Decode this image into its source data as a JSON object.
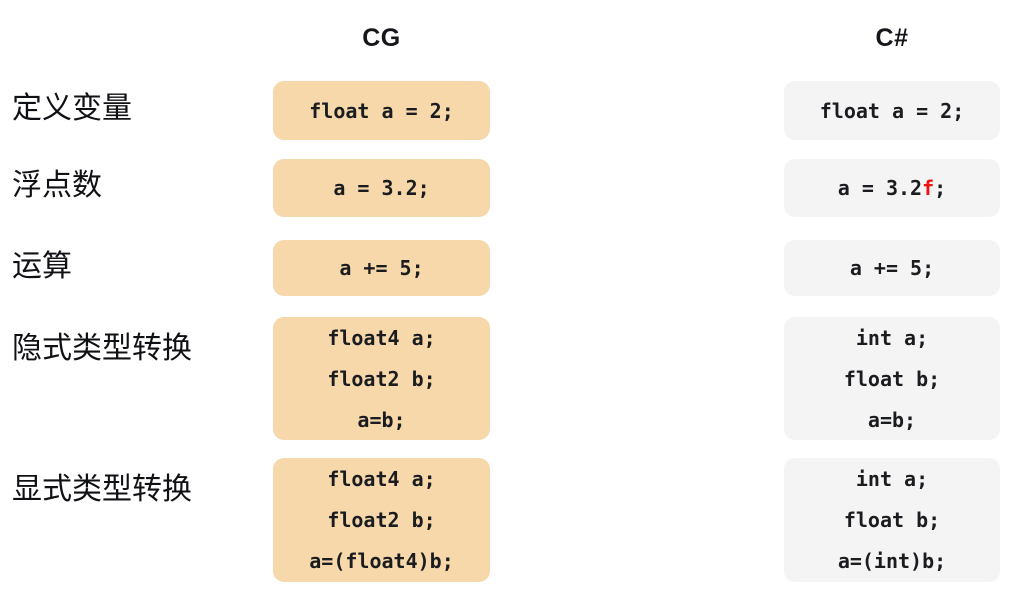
{
  "columns": [
    {
      "id": "cg",
      "label": "CG"
    },
    {
      "id": "cs",
      "label": "C#"
    }
  ],
  "rows": [
    {
      "label": "定义变量",
      "cg": {
        "lines": [
          "float a = 2;"
        ]
      },
      "cs": {
        "lines": [
          "float a = 2;"
        ]
      }
    },
    {
      "label": "浮点数",
      "cg": {
        "lines": [
          "a = 3.2;"
        ]
      },
      "cs": {
        "lines": [
          "a = 3.2f;"
        ],
        "highlight": "f",
        "highlight_color": "#f20f0f"
      }
    },
    {
      "label": "运算",
      "cg": {
        "lines": [
          "a += 5;"
        ]
      },
      "cs": {
        "lines": [
          "a += 5;"
        ]
      }
    },
    {
      "label": "隐式类型转换",
      "cg": {
        "lines": [
          "float4 a;",
          "float2 b;",
          "a=b;"
        ]
      },
      "cs": {
        "lines": [
          "int a;",
          "float b;",
          "a=b;"
        ]
      }
    },
    {
      "label": "显式类型转换",
      "cg": {
        "lines": [
          "float4 a;",
          "float2 b;",
          "a=(float4)b;"
        ]
      },
      "cs": {
        "lines": [
          "int a;",
          "float b;",
          "a=(int)b;"
        ]
      }
    }
  ],
  "colors": {
    "cg_card": "#f6d8ab",
    "cs_card": "#f4f4f4",
    "text": "#1b1c1f",
    "accent_red": "#f20f0f",
    "background": "#ffffff"
  }
}
